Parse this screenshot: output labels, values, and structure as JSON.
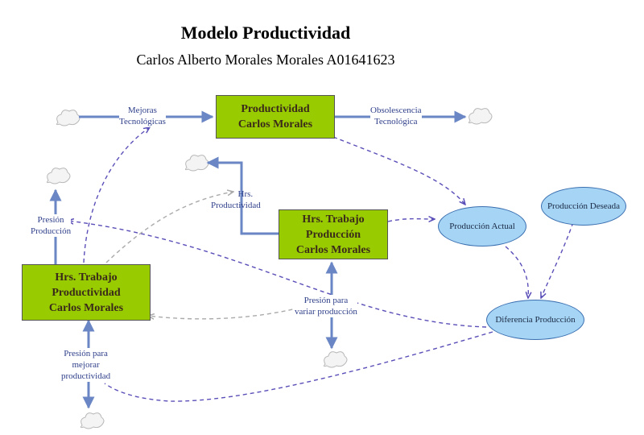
{
  "title": "Modelo Productividad",
  "subtitle": "Carlos Alberto Morales Morales A01641623",
  "stocks": {
    "productividad": [
      "Productividad",
      "Carlos Morales"
    ],
    "hrs_produccion": [
      "Hrs. Trabajo",
      "Producción",
      "Carlos Morales"
    ],
    "hrs_productividad": [
      "Hrs. Trabajo",
      "Productividad",
      "Carlos Morales"
    ]
  },
  "flows": {
    "mejoras": [
      "Mejoras",
      "Tecnológicas"
    ],
    "obsolescencia": [
      "Obsolescencia",
      "Tecnológica"
    ],
    "hrs_prod": [
      "Hrs.",
      "Productividad"
    ],
    "presion_produccion": [
      "Presión",
      "Producción"
    ],
    "presion_variar": [
      "Presión para",
      "variar producción"
    ],
    "presion_mejorar": [
      "Presión para",
      "mejorar",
      "productividad"
    ]
  },
  "auxiliaries": {
    "produccion_actual": "Producción Actual",
    "produccion_deseada": "Producción Deseada",
    "diferencia": "Diferencia Producción"
  },
  "colors": {
    "stock_fill": "#99cc00",
    "flow_pipe": "#6a86c4",
    "link_dashed": "#5a4fb8",
    "link_gray": "#aaaaaa",
    "aux_fill": "#a6d4f5"
  }
}
